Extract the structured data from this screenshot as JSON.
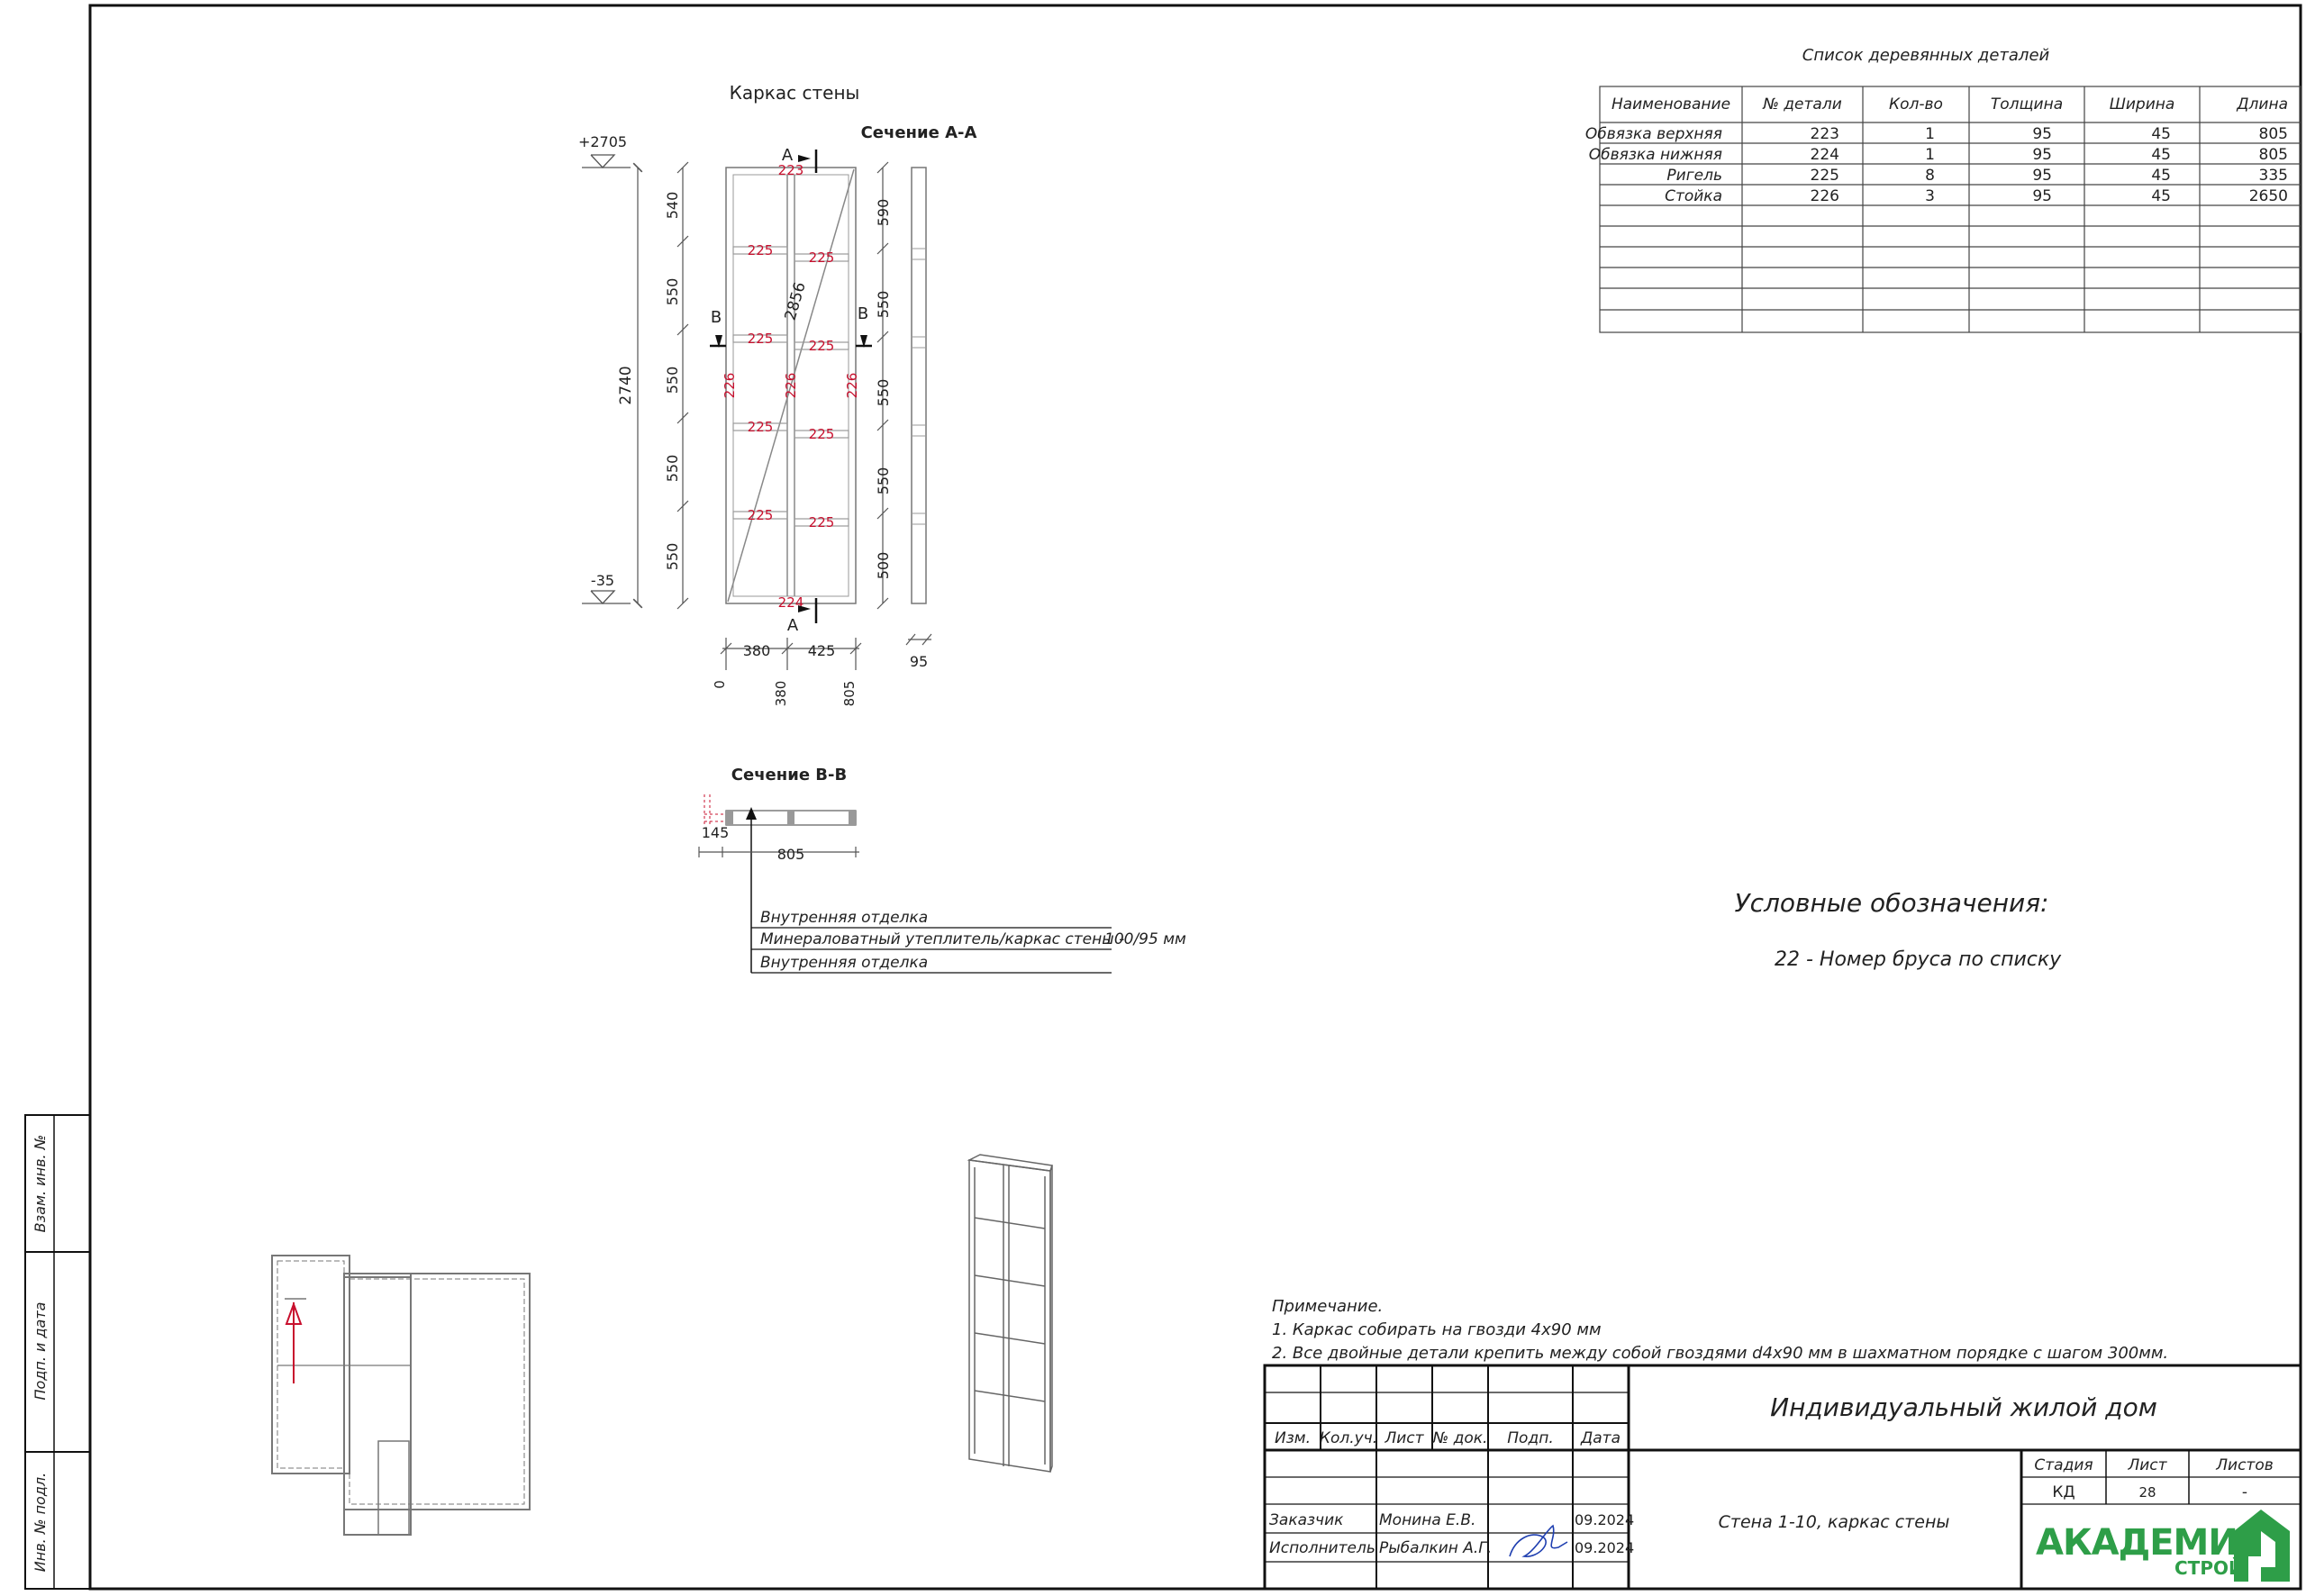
{
  "drawing": {
    "view_title": "Каркас стены",
    "section_aa": "Сечение А-А",
    "section_bb": "Сечение В-В",
    "cut_a": "А",
    "cut_b": "В",
    "level_top": "+2705",
    "level_bottom": "-35",
    "total_height": "2740",
    "diagonal": "2856",
    "left_dims": [
      "540",
      "550",
      "550",
      "550",
      "550"
    ],
    "right_dims": [
      "590",
      "550",
      "550",
      "550",
      "500"
    ],
    "bottom_dims": [
      "380",
      "425"
    ],
    "bottom_coords": [
      "0",
      "380",
      "805"
    ],
    "section_width": "95",
    "bb_left": "145",
    "bb_width": "805",
    "part_top": "223",
    "part_bottom": "224",
    "part_rail": "225",
    "part_stud": "226"
  },
  "layers": {
    "items": [
      "Внутренняя отделка",
      "Минераловатный утеплитель/каркас стены -",
      "Внутренняя отделка"
    ],
    "thickness": "100/95 мм"
  },
  "parts_table": {
    "title": "Список деревянных деталей",
    "headers": [
      "Наименование",
      "№ детали",
      "Кол-во",
      "Толщина",
      "Ширина",
      "Длина"
    ],
    "rows": [
      [
        "Обвязка верхняя",
        "223",
        "1",
        "95",
        "45",
        "805"
      ],
      [
        "Обвязка нижняя",
        "224",
        "1",
        "95",
        "45",
        "805"
      ],
      [
        "Ригель",
        "225",
        "8",
        "95",
        "45",
        "335"
      ],
      [
        "Стойка",
        "226",
        "3",
        "95",
        "45",
        "2650"
      ]
    ]
  },
  "legend": {
    "title": "Условные обозначения:",
    "item": "22 - Номер  бруса по списку"
  },
  "notes": {
    "title": "Примечание.",
    "items": [
      "1. Каркас собирать на гвозди 4х90 мм",
      "2. Все двойные детали крепить между собой гвоздями d4х90 мм в шахматном порядке с шагом 300мм."
    ]
  },
  "side_stamp": [
    "Взам. инв. №",
    "Подп. и дата",
    "Инв. № подл."
  ],
  "title_block": {
    "headers": [
      "Изм.",
      "Кол.уч.",
      "Лист",
      "№ док.",
      "Подп.",
      "Дата"
    ],
    "project": "Индивидуальный жилой дом",
    "sheet_title": "Стена 1-10, каркас стены",
    "roles": [
      {
        "role": "Заказчик",
        "name": "Монина Е.В.",
        "date": "09.2024"
      },
      {
        "role": "Исполнитель",
        "name": "Рыбалкин А.Г.",
        "date": "09.2024"
      }
    ],
    "stage_headers": [
      "Стадия",
      "Лист",
      "Листов"
    ],
    "stage_values": [
      "КД",
      "28",
      "-"
    ],
    "logo_main": "АКАДЕМИК",
    "logo_sub": "СТРОЙ"
  },
  "colors": {
    "accent_red": "#c8102e",
    "logo_green": "#2e9e48",
    "signature_blue": "#1f3fb0"
  }
}
